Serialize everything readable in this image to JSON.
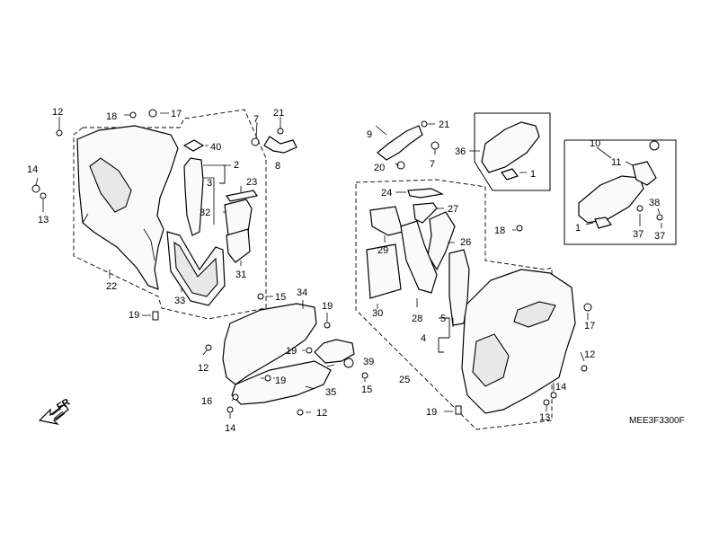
{
  "diagram_code": "MEE3F3300F",
  "direction_label": "FR",
  "labels": [
    {
      "id": "l12a",
      "text": "12"
    },
    {
      "id": "l18a",
      "text": "18"
    },
    {
      "id": "l17a",
      "text": "17"
    },
    {
      "id": "l7a",
      "text": "7"
    },
    {
      "id": "l21a",
      "text": "21"
    },
    {
      "id": "l40",
      "text": "40"
    },
    {
      "id": "l8",
      "text": "8"
    },
    {
      "id": "l2",
      "text": "2"
    },
    {
      "id": "l3",
      "text": "3"
    },
    {
      "id": "l23",
      "text": "23"
    },
    {
      "id": "l32",
      "text": "32"
    },
    {
      "id": "l14a",
      "text": "14"
    },
    {
      "id": "l13a",
      "text": "13"
    },
    {
      "id": "l31",
      "text": "31"
    },
    {
      "id": "l33",
      "text": "33"
    },
    {
      "id": "l22",
      "text": "22"
    },
    {
      "id": "l15a",
      "text": "15"
    },
    {
      "id": "l34",
      "text": "34"
    },
    {
      "id": "l19a",
      "text": "19"
    },
    {
      "id": "l19b",
      "text": "19"
    },
    {
      "id": "l19c",
      "text": "19"
    },
    {
      "id": "l12b",
      "text": "12"
    },
    {
      "id": "l19d",
      "text": "19"
    },
    {
      "id": "l39",
      "text": "39"
    },
    {
      "id": "l16",
      "text": "16"
    },
    {
      "id": "l35",
      "text": "35"
    },
    {
      "id": "l15b",
      "text": "15"
    },
    {
      "id": "l14b",
      "text": "14"
    },
    {
      "id": "l12c",
      "text": "12"
    },
    {
      "id": "l9",
      "text": "9"
    },
    {
      "id": "l21b",
      "text": "21"
    },
    {
      "id": "l36",
      "text": "36"
    },
    {
      "id": "l20",
      "text": "20"
    },
    {
      "id": "l7b",
      "text": "7"
    },
    {
      "id": "l1a",
      "text": "1"
    },
    {
      "id": "l10",
      "text": "10"
    },
    {
      "id": "l11",
      "text": "11"
    },
    {
      "id": "l38",
      "text": "38"
    },
    {
      "id": "l1b",
      "text": "1"
    },
    {
      "id": "l37a",
      "text": "37"
    },
    {
      "id": "l37b",
      "text": "37"
    },
    {
      "id": "l24",
      "text": "24"
    },
    {
      "id": "l27",
      "text": "27"
    },
    {
      "id": "l29",
      "text": "29"
    },
    {
      "id": "l26",
      "text": "26"
    },
    {
      "id": "l18b",
      "text": "18"
    },
    {
      "id": "l30",
      "text": "30"
    },
    {
      "id": "l28",
      "text": "28"
    },
    {
      "id": "l5",
      "text": "5"
    },
    {
      "id": "l4",
      "text": "4"
    },
    {
      "id": "l25",
      "text": "25"
    },
    {
      "id": "l17b",
      "text": "17"
    },
    {
      "id": "l12d",
      "text": "12"
    },
    {
      "id": "l14c",
      "text": "14"
    },
    {
      "id": "l13b",
      "text": "13"
    },
    {
      "id": "l19e",
      "text": "19"
    }
  ]
}
